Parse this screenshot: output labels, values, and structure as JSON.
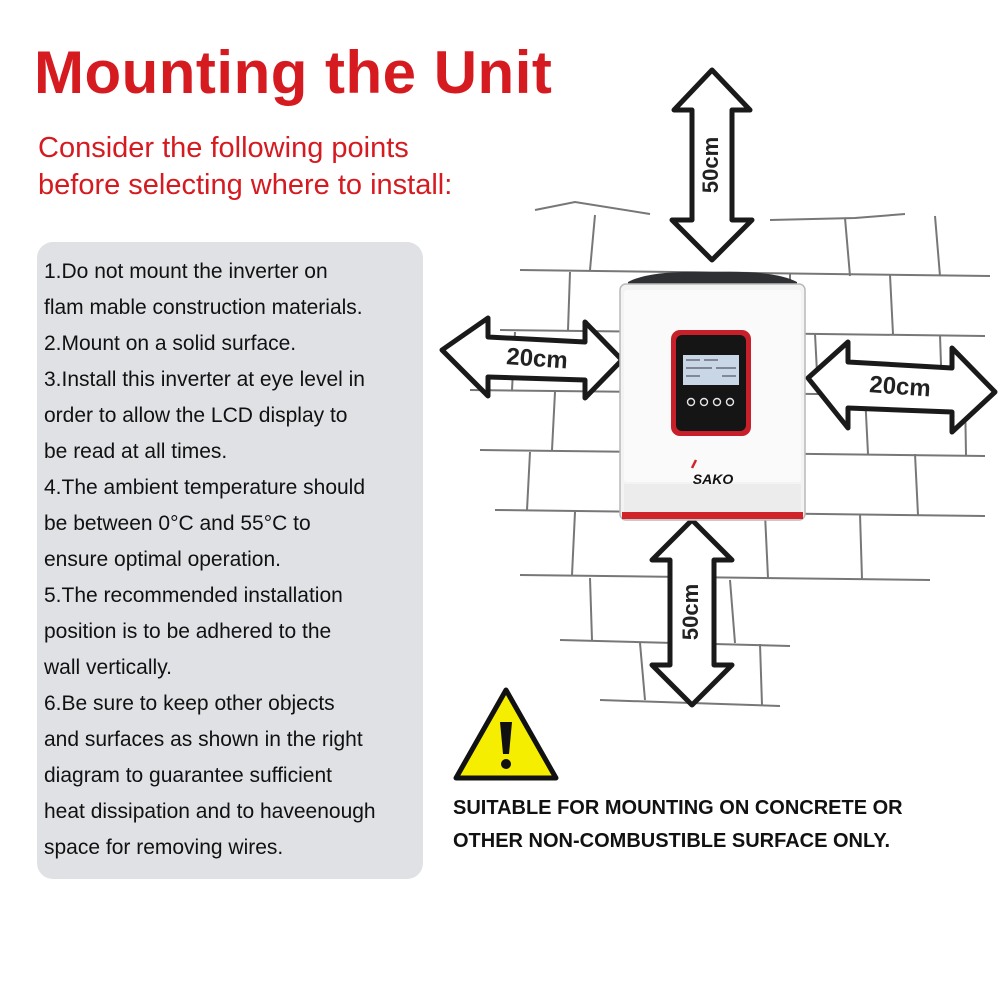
{
  "title": "Mounting the Unit",
  "subtitle": {
    "line1": "Consider the following points",
    "line2": "before selecting where to install:"
  },
  "points": [
    "1.Do not mount the inverter on",
    "flam mable construction materials.",
    "2.Mount on a solid surface.",
    "3.Install this inverter at eye level in",
    "order to allow the LCD display to",
    "be read at all times.",
    "4.The ambient temperature should",
    "be between 0°C and 55°C to",
    "ensure optimal operation.",
    "5.The recommended installation",
    "position is to be adhered to the",
    "wall vertically.",
    "6.Be sure to keep other objects",
    "and surfaces as shown in the right",
    "diagram to guarantee sufficient",
    "heat dissipation and to haveenough",
    "space for removing wires."
  ],
  "diagram": {
    "top_clearance": "50cm",
    "bottom_clearance": "50cm",
    "left_clearance": "20cm",
    "right_clearance": "20cm",
    "brand": "SAKO"
  },
  "warning": {
    "line1": "SUITABLE FOR MOUNTING ON CONCRETE OR",
    "line2": "OTHER NON-COMBUSTIBLE SURFACE ONLY."
  },
  "colors": {
    "accent_red": "#d51a20",
    "warning_yellow": "#f6ee00",
    "panel_gray": "#dfe1e4"
  }
}
